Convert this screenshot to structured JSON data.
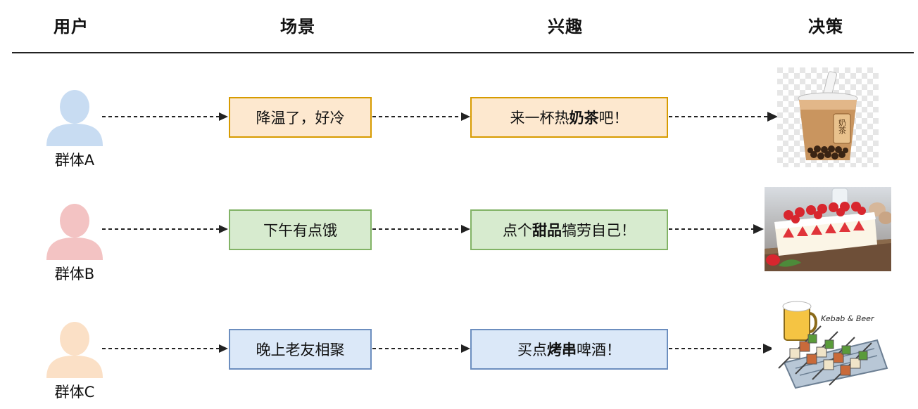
{
  "headers": {
    "user": "用户",
    "scene": "场景",
    "interest": "兴趣",
    "decision": "决策"
  },
  "rows": [
    {
      "user_label": "群体A",
      "user_color": "#c8dcf2",
      "scene": "降温了，好冷",
      "interest_pre": "来一杯热",
      "interest_bold": "奶茶",
      "interest_post": "吧！",
      "decision_icon": "milk-tea-image",
      "cup_text": "奶茶"
    },
    {
      "user_label": "群体B",
      "user_color": "#f3c3c3",
      "scene": "下午有点饿",
      "interest_pre": "点个",
      "interest_bold": "甜品",
      "interest_post": "犒劳自己！",
      "decision_icon": "strawberry-cake-image"
    },
    {
      "user_label": "群体C",
      "user_color": "#fbe0c6",
      "scene": "晚上老友相聚",
      "interest_pre": "买点",
      "interest_bold": "烤串",
      "interest_post": "啤酒！",
      "decision_icon": "kebab-beer-image",
      "kebab_title": "Kebab & Beer"
    }
  ],
  "colors": {
    "orange_fill": "#fde8cf",
    "orange_stroke": "#d79b00",
    "green_fill": "#d7ebcf",
    "green_stroke": "#82b366",
    "blue_fill": "#dbe8f8",
    "blue_stroke": "#6c8ebf"
  }
}
